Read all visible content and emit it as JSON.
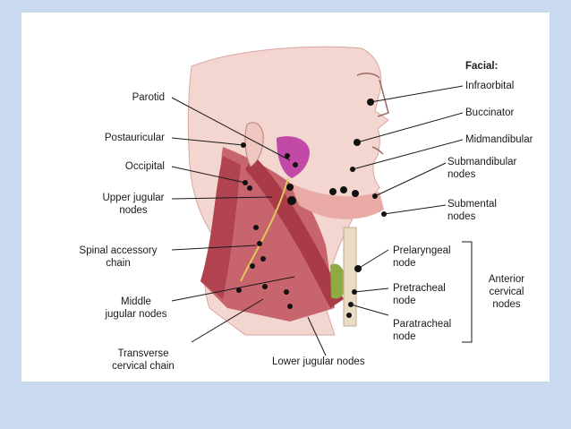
{
  "labels": {
    "facial": "Facial:",
    "infraorbital": "Infraorbital",
    "buccinator": "Buccinator",
    "midmandibular": "Midmandibular",
    "submandibular": "Submandibular",
    "submandibular_nodes": "nodes",
    "submental": "Submental",
    "submental_nodes": "nodes",
    "parotid": "Parotid",
    "postauricular": "Postauricular",
    "occipital": "Occipital",
    "upper_jugular": "Upper jugular",
    "upper_jugular_nodes": "nodes",
    "spinal_accessory": "Spinal accessory",
    "spinal_accessory_chain": "chain",
    "middle": "Middle",
    "middle_jugular_nodes": "jugular nodes",
    "transverse": "Transverse",
    "transverse_cervical_chain": "cervical chain",
    "lower_jugular": "Lower jugular nodes",
    "prelaryngeal": "Prelaryngeal",
    "prelaryngeal_node": "node",
    "pretracheal": "Pretracheal",
    "pretracheal_node": "node",
    "paratracheal": "Paratracheal",
    "paratracheal_node": "node",
    "anterior": "Anterior",
    "anterior_cervical": "cervical",
    "anterior_nodes": "nodes"
  },
  "colors": {
    "background": "#c9daf0",
    "skin": "#f3d6d0",
    "muscle": "#c0505c",
    "parotid_gland": "#c24aa6",
    "thyroid": "#8faa45",
    "node": "#111111"
  }
}
